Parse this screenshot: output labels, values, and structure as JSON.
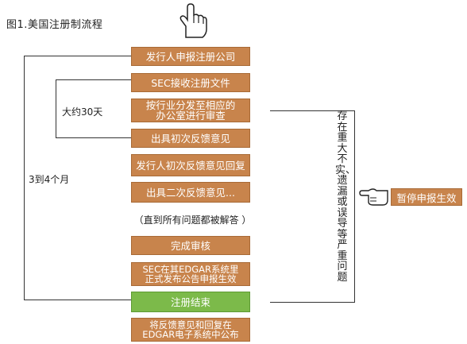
{
  "title": "图1.美国注册制流程",
  "steps": [
    {
      "label": "发行人申报注册公司"
    },
    {
      "label": "SEC接收注册文件"
    },
    {
      "label": "按行业分发至相应的\n办公室进行审查"
    },
    {
      "label": "出具初次反馈意见"
    },
    {
      "label": "发行人初次反馈意见回复"
    },
    {
      "label": "出具二次反馈意见..."
    },
    {
      "label": "完成审核"
    },
    {
      "label": "SEC在其EDGAR系统里\n正式发布公告申报生效"
    },
    {
      "label": "注册结束"
    },
    {
      "label": "将反馈意见和回复在\nEDGAR电子系统中公布"
    }
  ],
  "note": "（直到所有问题都被解答 ）",
  "brackets": {
    "inner": "大约30天",
    "outer": "3到4个月"
  },
  "side": {
    "condition": "存在重大不实、遗漏或误导等严重问题",
    "result": "暂停申报生效"
  },
  "icons": {
    "top": "pointing-hand-icon",
    "side": "pointing-hand-left-icon"
  },
  "colors": {
    "step": "#c8844c",
    "end": "#7cba4a"
  }
}
